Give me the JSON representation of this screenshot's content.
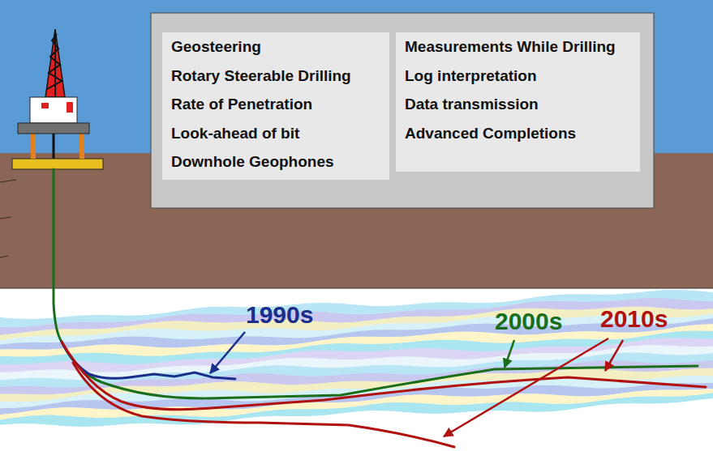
{
  "diagram": {
    "nodes": [
      {
        "text": [
          "Geosteering",
          "Rotary Steerable Drilling",
          "Rate of Penetration",
          "Look-ahead of bit",
          "Downhole Geophones"
        ]
      },
      {
        "text": [
          "Measurements While Drilling",
          "Log interpretation",
          "Data transmission",
          "Advanced Completions"
        ]
      }
    ],
    "labels": [
      "1990s",
      "2000s",
      "2010s"
    ]
  }
}
